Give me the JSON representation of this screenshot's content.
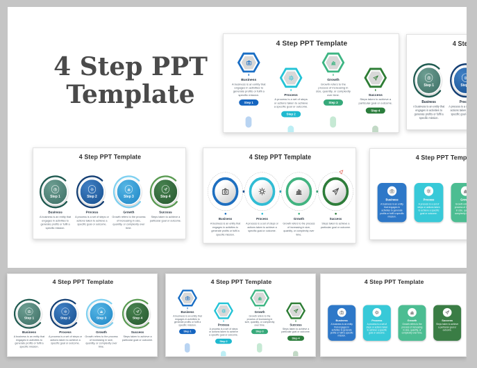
{
  "theme": {
    "page_bg": "#c5c5c5",
    "slide_bg": "#ffffff",
    "hero_color": "#4a4a4a",
    "slide_title_color": "#2d2d2d",
    "heading_color": "#1f2b38",
    "body_color": "#55606b"
  },
  "hero": {
    "title_line1": "4 Step PPT",
    "title_line2": "Template"
  },
  "slide_title": "4 Step PPT Template",
  "steps": [
    {
      "label": "Step 1",
      "heading": "Business",
      "description": "A business is an entity that engages in activities to generate profits or fulfil a specific mission.",
      "icon": "camera-icon",
      "colors": {
        "primary": "#1a6ec4",
        "pill": "#1565c0",
        "card": "#2e78c8",
        "ring": "#1e6fc0",
        "circle_from": "#6d9e92",
        "circle_to": "#3c6e64",
        "arc": "#1f5a50",
        "oval": "#b9d4f2"
      }
    },
    {
      "label": "Step 2",
      "heading": "Process",
      "description": "A process is a set of steps or actions taken to achieve a specific goal or outcome.",
      "icon": "gear-icon",
      "colors": {
        "primary": "#25c3d6",
        "pill": "#1fb9cf",
        "card": "#38c9d8",
        "ring": "#30bcd4",
        "circle_from": "#3f7fc4",
        "circle_to": "#174f8e",
        "arc": "#143f74",
        "oval": "#bdeef4"
      }
    },
    {
      "label": "Step 3",
      "heading": "Growth",
      "description": "Growth refers to the process of increasing in size, quantity, or complexity over time.",
      "icon": "bar-chart-icon",
      "colors": {
        "primary": "#3eb583",
        "pill": "#36a97a",
        "card": "#4cbd92",
        "ring": "#41b380",
        "circle_from": "#54b5e4",
        "circle_to": "#1f86c6",
        "arc": "#7fd0f0",
        "oval": "#c6e9d4"
      }
    },
    {
      "label": "Step 4",
      "heading": "Success",
      "description": "Steps taken to achieve a particular goal or outcome.",
      "icon": "paper-plane-icon",
      "colors": {
        "primary": "#2e7d35",
        "pill": "#2b7d3c",
        "card": "#3a7d45",
        "ring": "#2e7d3a",
        "circle_from": "#47824f",
        "circle_to": "#27572f",
        "arc": "#5a9b52",
        "oval": "#c2d9c6"
      }
    }
  ],
  "dashed_design": {
    "connector_dot_colors": [
      "#1b4e8e",
      "#2a9fb5",
      "#3f9f79"
    ],
    "cursor_icon": "cursor-arrow-icon",
    "cursor_color": "#d93a2b"
  },
  "slides": [
    {
      "id": "hexagon-top",
      "design": "hexagon-zigzag"
    },
    {
      "id": "circles-top-right",
      "design": "step-circles",
      "cropped": true
    },
    {
      "id": "circles-middle-left",
      "design": "step-circles"
    },
    {
      "id": "dashed-middle-center",
      "design": "dashed-circles"
    },
    {
      "id": "cards-middle-right",
      "design": "rounded-cards",
      "cropped": true
    },
    {
      "id": "circles-bottom-left",
      "design": "step-circles"
    },
    {
      "id": "hexagon-bottom-middle",
      "design": "hexagon-zigzag"
    },
    {
      "id": "cards-bottom-right",
      "design": "rounded-cards"
    }
  ]
}
